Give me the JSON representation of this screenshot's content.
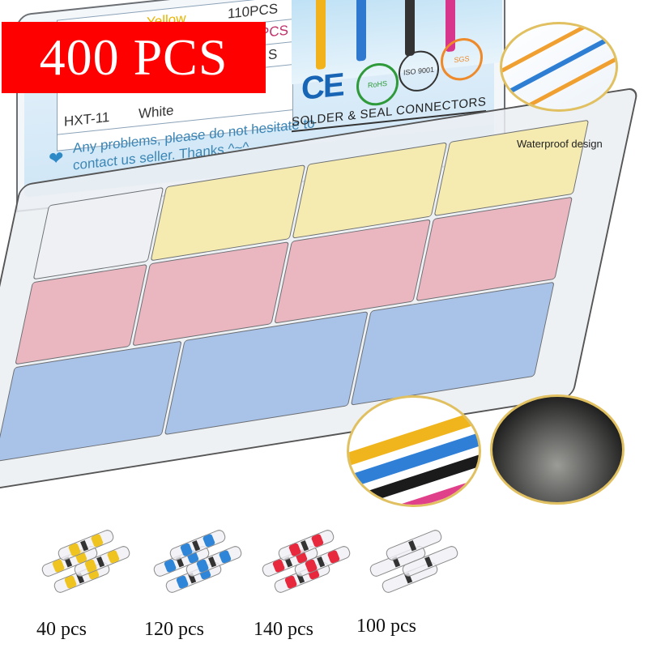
{
  "banner": {
    "text": "400 PCS",
    "color": "#ff0000"
  },
  "lid_card": {
    "spec_rows": [
      {
        "model": "",
        "color": "Yellow",
        "size": "",
        "qty": "110PCS"
      },
      {
        "model": "",
        "color": "",
        "size": "",
        "qty": "PCS"
      },
      {
        "model": "",
        "color": "",
        "size": "",
        "qty": "S"
      },
      {
        "model": "HXT-11",
        "color": "White",
        "size": "",
        "qty": ""
      }
    ],
    "help_text": "Any problems, please do not hesitate to contact us seller. Thanks ^~^",
    "certifications": [
      "CE",
      "RoHS",
      "ISO 9001",
      "SGS"
    ],
    "product_line": "SOLDER & SEAL CONNECTORS"
  },
  "callouts": {
    "waterproof_label": "Waterproof design"
  },
  "tray_colors": {
    "yellow": "#f2e08a",
    "red": "#e88d9a",
    "blue": "#6f9ad6",
    "clear": "#e4e8ee"
  },
  "groups": [
    {
      "qty": "40 pcs",
      "color": "#f0c420"
    },
    {
      "qty": "120 pcs",
      "color": "#2f86d8"
    },
    {
      "qty": "140 pcs",
      "color": "#e8283c"
    },
    {
      "qty": "100 pcs",
      "color": "#d8dde4"
    }
  ]
}
